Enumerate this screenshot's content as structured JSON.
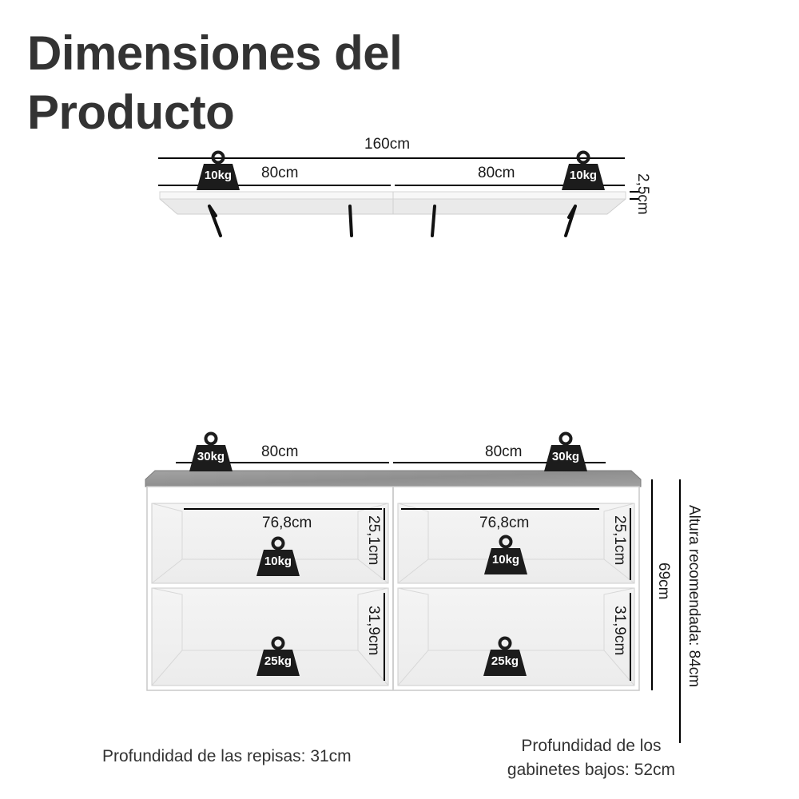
{
  "title": {
    "line1": "Dimensiones del",
    "line2": "Producto"
  },
  "shelf": {
    "total_width": "160cm",
    "left_width": "80cm",
    "right_width": "80cm",
    "thickness": "2,5cm",
    "weight_left": "10kg",
    "weight_right": "10kg"
  },
  "cabinet": {
    "top_left_width": "80cm",
    "top_right_width": "80cm",
    "top_weight_left": "30kg",
    "top_weight_right": "30kg",
    "inner_width_left": "76,8cm",
    "inner_width_right": "76,8cm",
    "upper_height_left": "25,1cm",
    "upper_height_right": "25,1cm",
    "lower_height_left": "31,9cm",
    "lower_height_right": "31,9cm",
    "upper_weight_left": "10kg",
    "upper_weight_right": "10kg",
    "lower_weight_left": "25kg",
    "lower_weight_right": "25kg",
    "total_height": "69cm",
    "recommended_height": "Altura recomendada: 84cm"
  },
  "notes": {
    "shelf_depth": "Profundidad de las repisas: 31cm",
    "cabinet_depth_line1": "Profundidad de los",
    "cabinet_depth_line2": "gabinetes bajos: 52cm"
  },
  "colors": {
    "countertop": "#9b9b9b",
    "cabinet": "#ffffff",
    "weight": "#1c1c1c",
    "line": "#000000"
  }
}
